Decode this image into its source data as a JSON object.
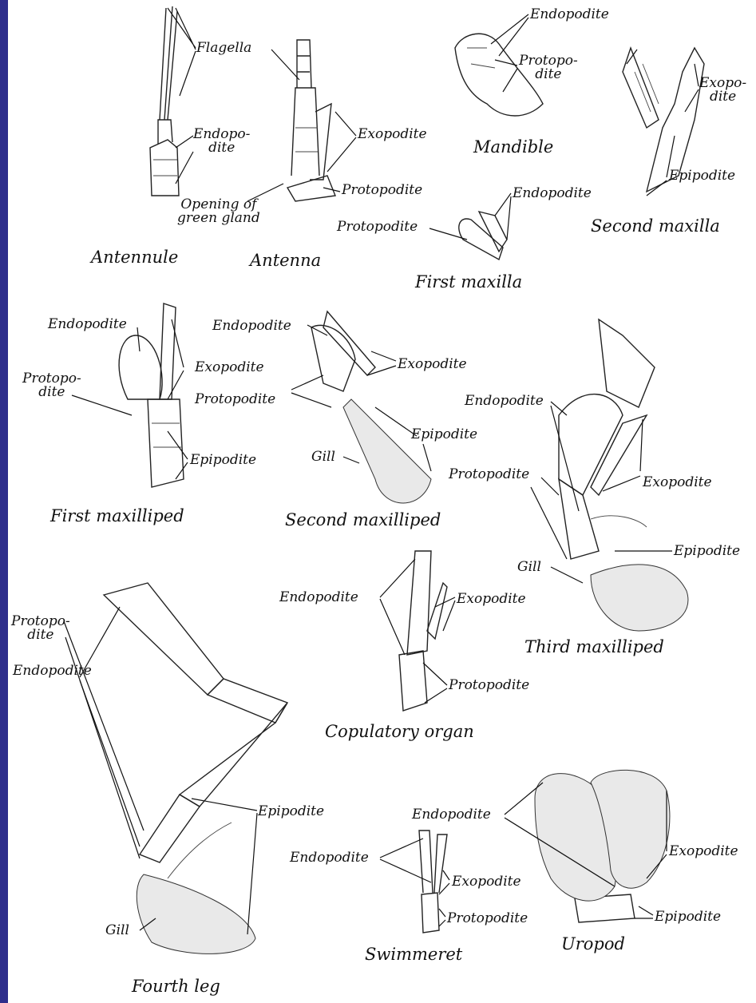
{
  "colors": {
    "frame": "#2e2e8c",
    "paper": "#ffffff",
    "ink": "#111111"
  },
  "titles": {
    "antennule": "Antennule",
    "antenna": "Antenna",
    "mandible": "Mandible",
    "first_maxilla": "First maxilla",
    "second_maxilla": "Second maxilla",
    "first_maxilliped": "First maxilliped",
    "second_maxilliped": "Second maxilliped",
    "third_maxilliped": "Third maxilliped",
    "copulatory_organ": "Copulatory organ",
    "fourth_leg": "Fourth leg",
    "swimmeret": "Swimmeret",
    "uropod": "Uropod"
  },
  "labels": {
    "flagella": "Flagella",
    "endopodite_split": "Endopo-\ndite",
    "exopodite": "Exopodite",
    "protopodite": "Protopodite",
    "green_gland": "Opening of\ngreen gland",
    "endopodite": "Endopodite",
    "protopodite_split": "Protopo-\ndite",
    "exopodite_split": "Exopo-\ndite",
    "epipodite": "Epipodite",
    "gill": "Gill"
  }
}
